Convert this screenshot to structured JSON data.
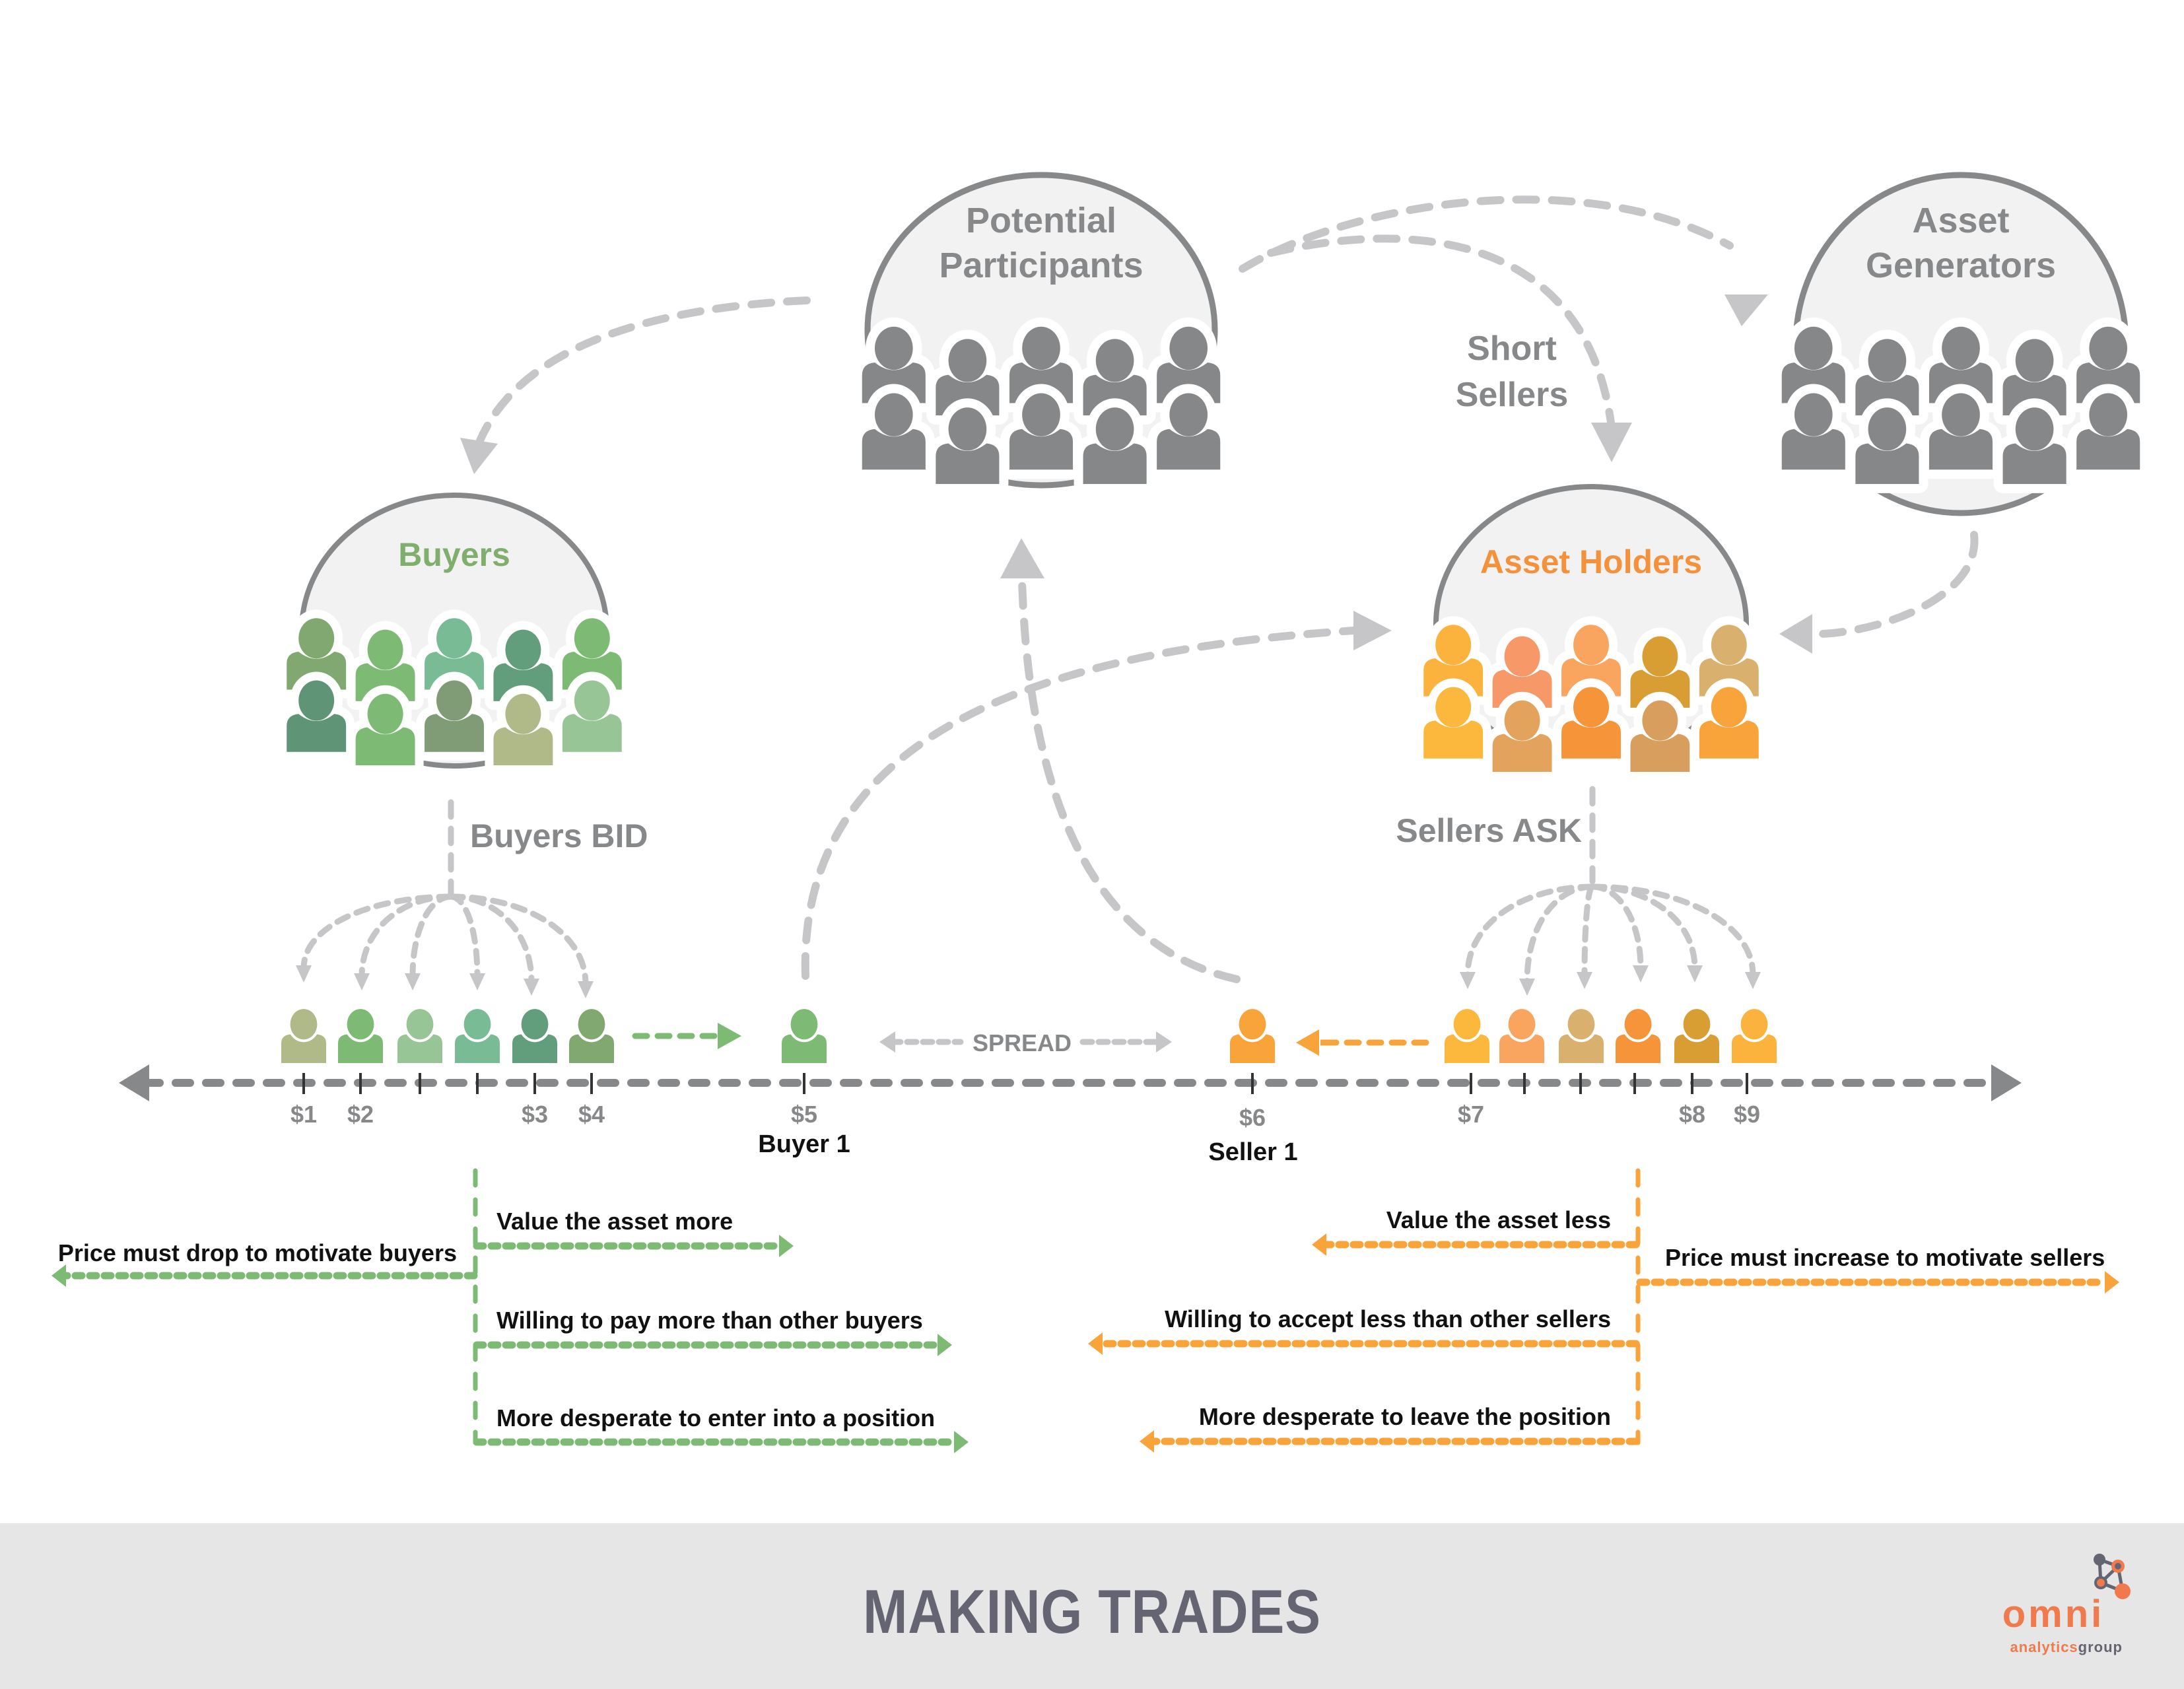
{
  "colors": {
    "gray_text": "#87888a",
    "gray_circle_stroke": "#87888a",
    "gray_circle_fill": "#f2f2f2",
    "arrow_gray": "#c6c6c8",
    "axis_gray": "#87888a",
    "green_accent": "#7fae6d",
    "green_arrow": "#7dbb75",
    "orange_accent": "#f4913a",
    "orange_arrow": "#f9a43a",
    "dark_text": "#111111",
    "footer_bg": "#e6e6e6",
    "footer_text": "#656472",
    "logo_orange": "#f07a4b",
    "logo_gray": "#656472"
  },
  "groups": {
    "potential": {
      "line1": "Potential",
      "line2": "Participants",
      "icon": "people-group-icon",
      "person_colors": [
        "#868789",
        "#868789",
        "#868789",
        "#868789",
        "#868789",
        "#868789",
        "#868789",
        "#868789",
        "#868789",
        "#868789"
      ]
    },
    "generators": {
      "line1": "Asset",
      "line2": "Generators",
      "icon": "people-group-icon",
      "person_colors": [
        "#868789",
        "#868789",
        "#868789",
        "#868789",
        "#868789",
        "#868789",
        "#868789",
        "#868789",
        "#868789",
        "#868789"
      ]
    },
    "buyers": {
      "label": "Buyers",
      "icon": "people-group-icon",
      "person_colors": [
        "#80a870",
        "#7dbb75",
        "#78bb94",
        "#629d7c",
        "#7dbb75",
        "#5f9476",
        "#7dbb75",
        "#7f9c76",
        "#b0ba88",
        "#98c596"
      ]
    },
    "holders": {
      "label": "Asset Holders",
      "icon": "people-group-icon",
      "person_colors": [
        "#fbb33d",
        "#f69868",
        "#f9a45f",
        "#d89d33",
        "#d9b06d",
        "#fbb83d",
        "#e4a35d",
        "#f6943a",
        "#d89e5e",
        "#f9a43a"
      ]
    }
  },
  "labels": {
    "short_sellers_line1": "Short",
    "short_sellers_line2": "Sellers",
    "buyers_bid": "Buyers BID",
    "sellers_ask": "Sellers ASK",
    "spread": "SPREAD",
    "buyer1": "Buyer 1",
    "seller1": "Seller 1"
  },
  "price_axis": {
    "ticks": [
      {
        "label": "$1"
      },
      {
        "label": "$2"
      },
      {
        "label": ""
      },
      {
        "label": ""
      },
      {
        "label": "$3"
      },
      {
        "label": "$4"
      },
      {
        "label": "$5"
      },
      {
        "label": "$6"
      },
      {
        "label": "$7"
      },
      {
        "label": ""
      },
      {
        "label": ""
      },
      {
        "label": ""
      },
      {
        "label": "$8"
      },
      {
        "label": "$9"
      }
    ],
    "buyer_colors": [
      "#b0ba88",
      "#7dbb75",
      "#98c596",
      "#78bb94",
      "#629d7c",
      "#80a870"
    ],
    "buyer1_color": "#7dbb75",
    "seller1_color": "#f9a43a",
    "seller_colors": [
      "#fbb83d",
      "#f9a45f",
      "#d9b06d",
      "#f6943a",
      "#d89d33",
      "#fbb33d"
    ]
  },
  "buyer_traits": {
    "left": "Price must drop to motivate buyers",
    "right": [
      "Value the asset more",
      "Willing to pay more than other buyers",
      "More desperate to enter into a position"
    ]
  },
  "seller_traits": {
    "right": "Price must increase to motivate sellers",
    "left": [
      "Value the asset less",
      "Willing to accept less than other sellers",
      "More desperate to leave the position"
    ]
  },
  "footer": {
    "title": "MAKING TRADES",
    "logo_word": "omni",
    "logo_sub1": "analytics",
    "logo_sub2": "group"
  }
}
